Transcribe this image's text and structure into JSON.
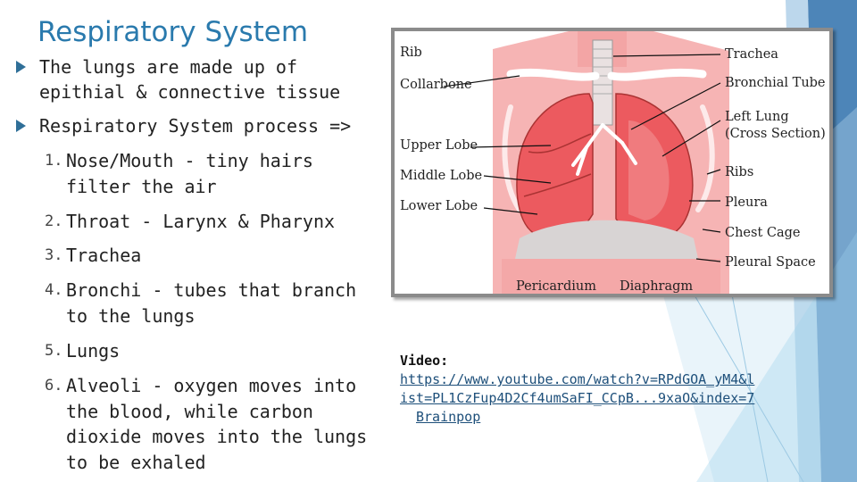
{
  "slide": {
    "title": "Respiratory System",
    "bullets": [
      {
        "text": "The lungs are made up of epithial & connective tissue"
      },
      {
        "text": "Respiratory System process =>"
      }
    ],
    "steps": [
      {
        "num": "1.",
        "text": "Nose/Mouth - tiny hairs filter the air"
      },
      {
        "num": "2.",
        "text": "Throat - Larynx & Pharynx"
      },
      {
        "num": "3.",
        "text": "Trachea"
      },
      {
        "num": "4.",
        "text": "Bronchi - tubes that branch to the lungs"
      },
      {
        "num": "5.",
        "text": "Lungs"
      },
      {
        "num": "6.",
        "text": "Alveoli - oxygen moves into the blood, while carbon dioxide moves into the lungs to be exhaled"
      }
    ],
    "diagram": {
      "labels": {
        "rib": "Rib",
        "collarbone": "Collarbone",
        "upper_lobe": "Upper Lobe",
        "middle_lobe": "Middle Lobe",
        "lower_lobe": "Lower Lobe",
        "trachea": "Trachea",
        "bronchial_tube": "Bronchial Tube",
        "left_lung": "Left Lung",
        "cross_section": "(Cross Section)",
        "ribs": "Ribs",
        "pleura": "Pleura",
        "chest_cage": "Chest Cage",
        "pleural_space": "Pleural Space",
        "pericardium": "Pericardium",
        "diaphragm": "Diaphragm"
      },
      "colors": {
        "skin": "#f6b4b4",
        "lung": "#ec5a5f",
        "bone": "#ffffff"
      }
    },
    "video": {
      "label": "Video:",
      "url": "https://www.youtube.com/watch?v=RPdGOA_yM4&list=PL1CzFup4D2Cf4umSaFI_CCpB...9xaO&index=7",
      "source": "Brainpop"
    },
    "colors": {
      "title": "#2a7aad",
      "accent": "#2f6f98"
    }
  }
}
